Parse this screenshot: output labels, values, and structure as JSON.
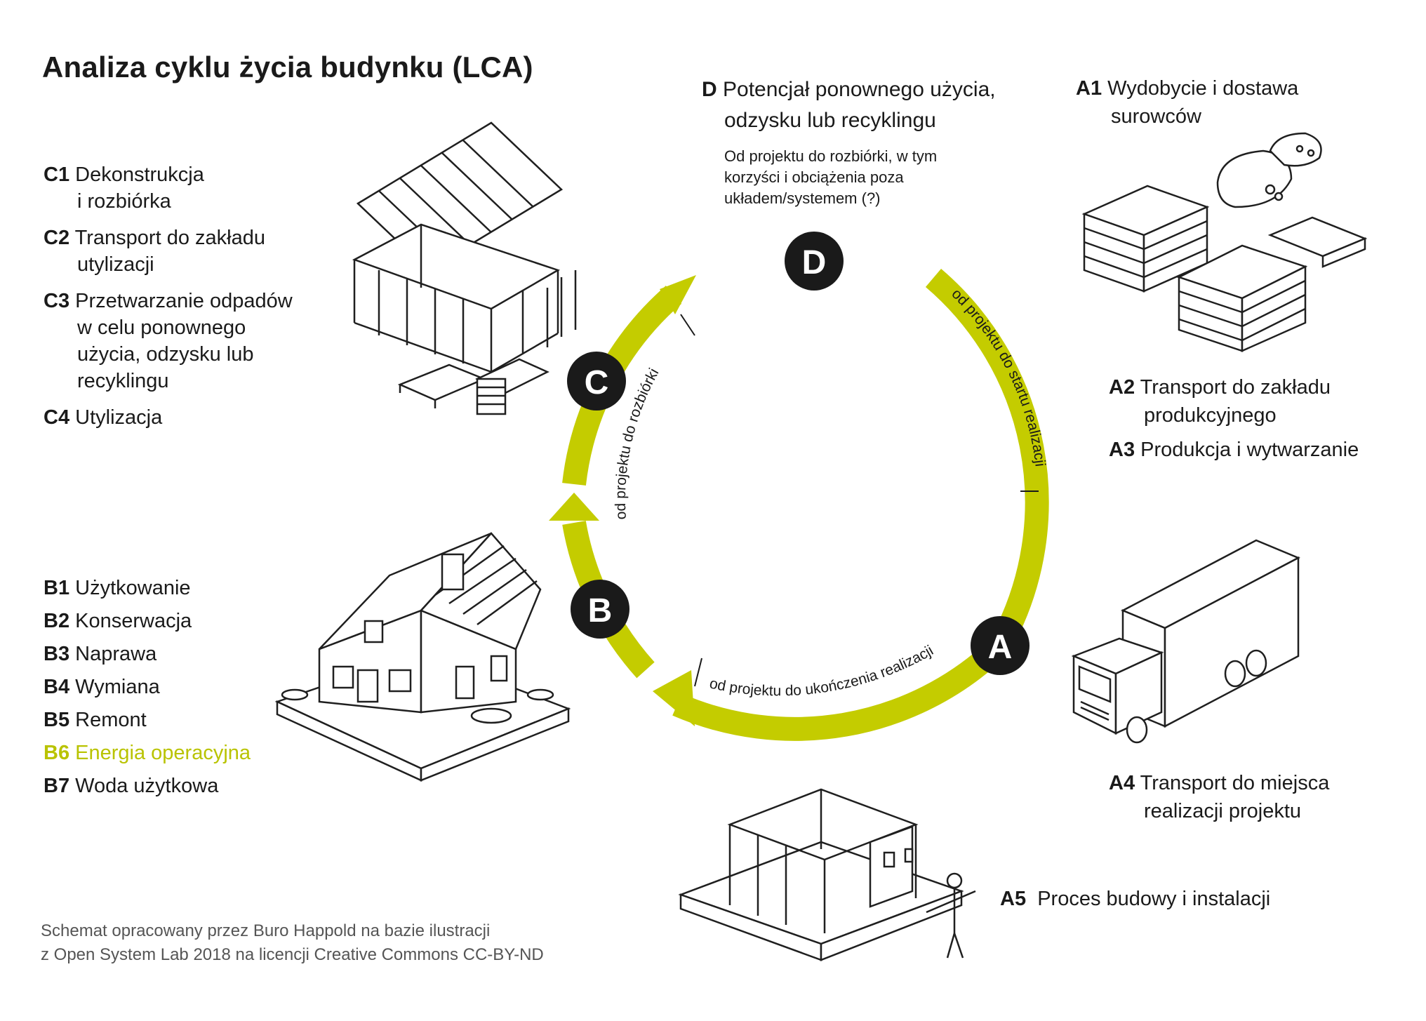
{
  "title": "Analiza cyklu życia budynku (LCA)",
  "colors": {
    "accent": "#c4cc00",
    "dark": "#1a1a1a",
    "line": "#1f1f1f"
  },
  "cycle": {
    "stages": {
      "A": "A",
      "B": "B",
      "C": "C",
      "D": "D"
    },
    "arc_labels": {
      "start": "od projektu do startu realizacji",
      "completion": "od projektu do ukończenia realizacji",
      "demolition": "od projektu do rozbiórki"
    }
  },
  "d_block": {
    "code": "D",
    "line1": "Potencjał ponownego użycia,",
    "line2": "odzysku lub recyklingu",
    "note": [
      "Od projektu do rozbiórki, w tym",
      "korzyści i obciążenia poza",
      "układem/systemem (?)"
    ]
  },
  "a_blocks": {
    "a1": {
      "code": "A1",
      "line1": "Wydobycie i dostawa",
      "line2": "surowców"
    },
    "a2": {
      "code": "A2",
      "line1": "Transport do zakładu",
      "line2": "produkcyjnego"
    },
    "a3": {
      "code": "A3",
      "line1": "Produkcja i wytwarzanie"
    },
    "a4": {
      "code": "A4",
      "line1": "Transport do miejsca",
      "line2": "realizacji projektu"
    },
    "a5": {
      "code": "A5",
      "line1": "Proces budowy i instalacji"
    }
  },
  "c_blocks": [
    {
      "code": "C1",
      "line1": "Dekonstrukcja",
      "lines": [
        "i rozbiórka"
      ]
    },
    {
      "code": "C2",
      "line1": "Transport do zakładu",
      "lines": [
        "utylizacji"
      ]
    },
    {
      "code": "C3",
      "line1": "Przetwarzanie odpadów",
      "lines": [
        "w celu ponownego",
        "użycia, odzysku lub",
        "recyklingu"
      ]
    },
    {
      "code": "C4",
      "line1": "Utylizacja",
      "lines": []
    }
  ],
  "b_blocks": [
    {
      "code": "B1",
      "label": "Użytkowanie"
    },
    {
      "code": "B2",
      "label": "Konserwacja"
    },
    {
      "code": "B3",
      "label": "Naprawa"
    },
    {
      "code": "B4",
      "label": "Wymiana"
    },
    {
      "code": "B5",
      "label": "Remont"
    },
    {
      "code": "B6",
      "label": "Energia operacyjna",
      "highlight": true
    },
    {
      "code": "B7",
      "label": "Woda użytkowa"
    }
  ],
  "credits": [
    "Schemat opracowany przez Buro Happold na bazie ilustracji",
    "z Open System Lab 2018 na licencji Creative Commons CC-BY-ND"
  ]
}
